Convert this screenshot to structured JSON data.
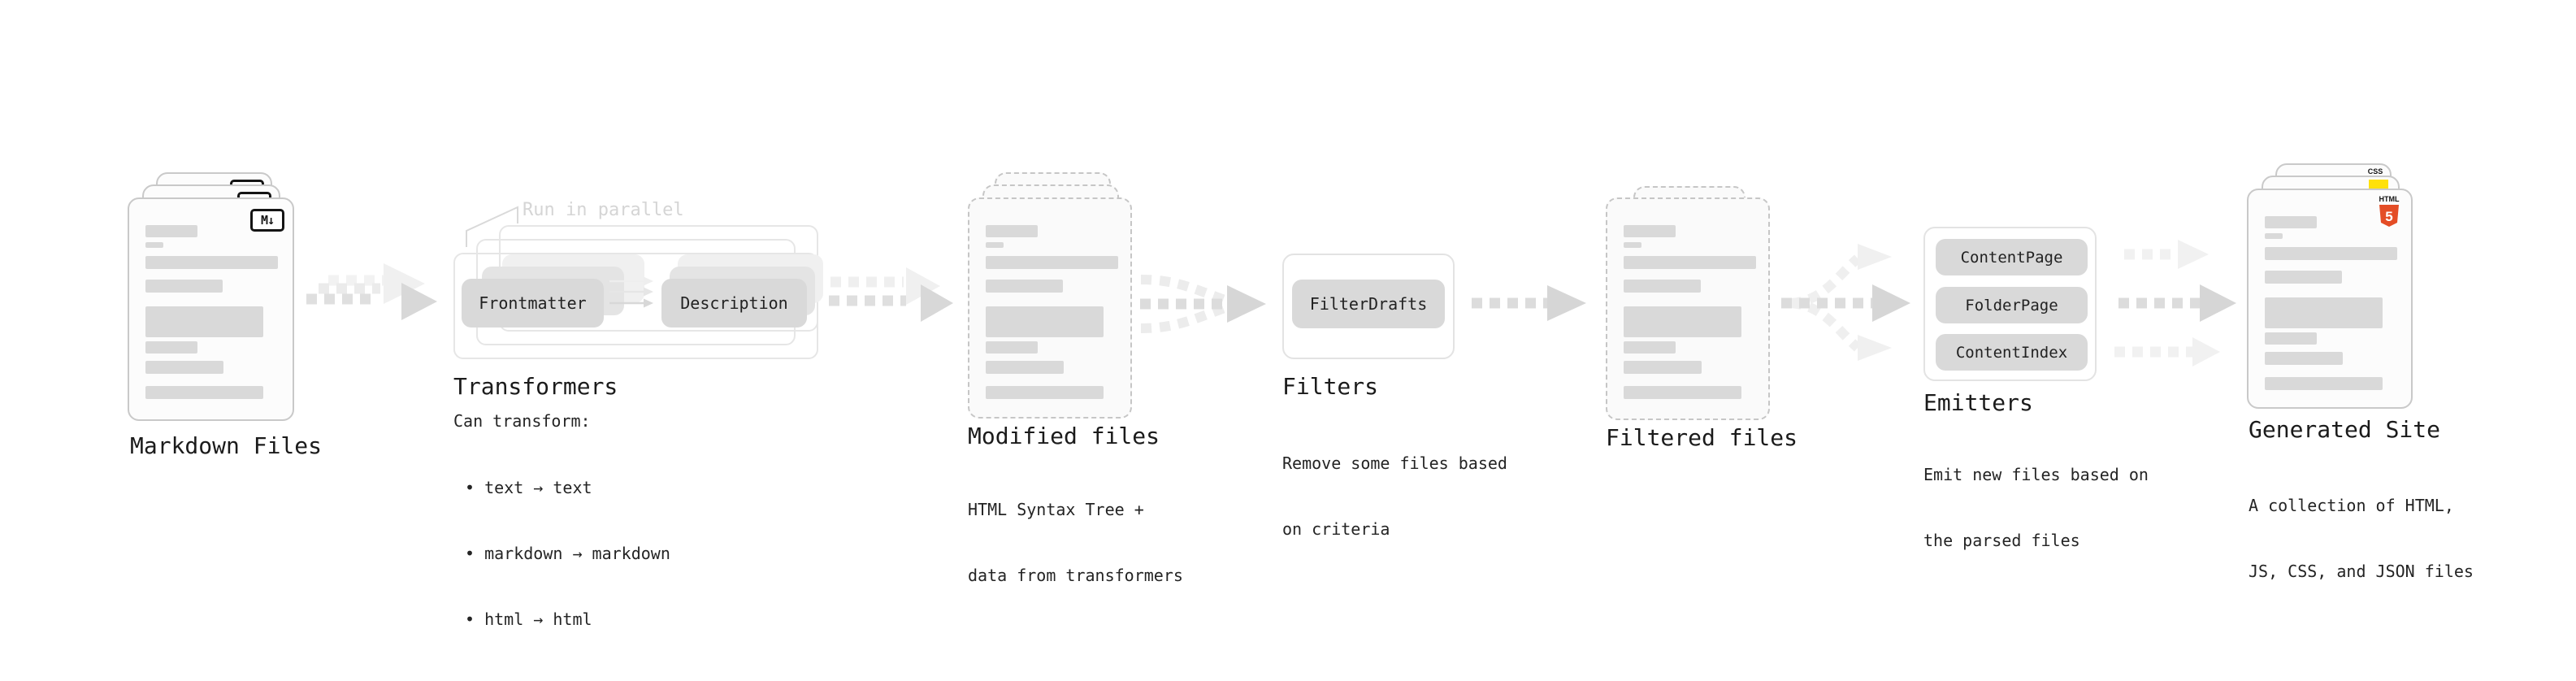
{
  "diagram": {
    "markdown": {
      "title": "Markdown Files",
      "icon": "M↓"
    },
    "transformers": {
      "annotation": "Run in parallel",
      "pill_left": "Frontmatter",
      "pill_right": "Description",
      "title": "Transformers",
      "subtitle": "Can transform:",
      "bullets": [
        "• text → text",
        "• markdown → markdown",
        "• html → html"
      ]
    },
    "modified": {
      "title": "Modified files",
      "desc": [
        "HTML Syntax Tree +",
        "data from transformers"
      ]
    },
    "filters": {
      "title": "Filters",
      "pill": "FilterDrafts",
      "desc": [
        "Remove some files based",
        "on criteria"
      ]
    },
    "filtered": {
      "title": "Filtered files"
    },
    "emitters": {
      "title": "Emitters",
      "pills": [
        "ContentPage",
        "FolderPage",
        "ContentIndex"
      ],
      "desc": [
        "Emit new files based on",
        "the parsed files"
      ]
    },
    "generated": {
      "title": "Generated Site",
      "desc": [
        "A collection of HTML,",
        "JS, CSS, and JSON files"
      ],
      "badges": {
        "css": "CSS",
        "html": "HTML",
        "html5": "5"
      }
    }
  },
  "colors": {
    "html_orange": "#e44d26",
    "js_yellow": "#ffe10a",
    "css_blue": "#2d6ff0"
  }
}
